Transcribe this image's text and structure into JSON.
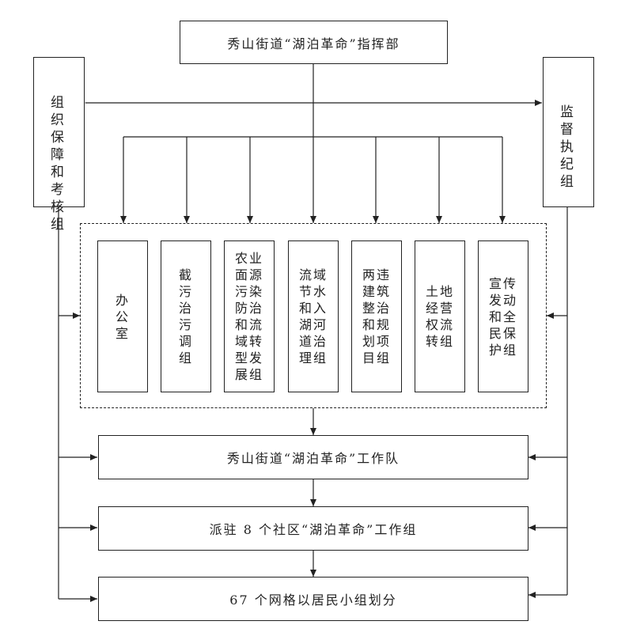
{
  "header": {
    "title": "秀山街道“湖泊革命”指挥部"
  },
  "left_group": {
    "label": "组织保障和考核组"
  },
  "right_group": {
    "label": "监督执纪组"
  },
  "groups": [
    {
      "label": "办公室"
    },
    {
      "label": "截污治污调组"
    },
    {
      "label": "农业面源污染防治和流域转型发展组"
    },
    {
      "label": "流域节水和入湖河道治理组"
    },
    {
      "label": "两违建筑整治和规划项目组"
    },
    {
      "label": "土地经营权流转组"
    },
    {
      "label": "宣传发动和全民保护组"
    }
  ],
  "levels": [
    {
      "label": "秀山街道“湖泊革命”工作队"
    },
    {
      "label": "派驻 8 个社区“湖泊革命”工作组"
    },
    {
      "label": "67 个网格以居民小组划分"
    }
  ]
}
